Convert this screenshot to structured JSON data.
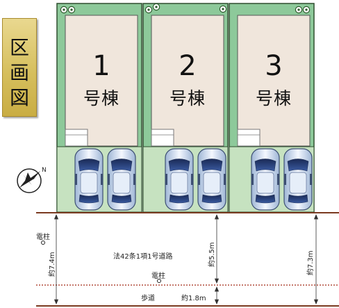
{
  "title": {
    "chars": [
      "区",
      "画",
      "図"
    ]
  },
  "lots": [
    {
      "number": "1",
      "label": "号棟"
    },
    {
      "number": "2",
      "label": "号棟"
    },
    {
      "number": "3",
      "label": "号棟"
    }
  ],
  "road": {
    "name": "法42条1項1号道路",
    "left_width": "約7.4m",
    "mid_width": "約5.5m",
    "right_width": "約7.3m",
    "sidewalk_label": "歩道",
    "sidewalk_width": "約1.8m",
    "pole_left": "電柱",
    "pole_center": "電柱"
  },
  "compass": {
    "north_letter": "N"
  },
  "colors": {
    "yard_green": "#8dc99a",
    "house_beige": "#f0e6dc",
    "parking_green": "#c6e2c0",
    "road_brown": "#7a3a20",
    "sidewalk_red": "#b24c3c"
  }
}
